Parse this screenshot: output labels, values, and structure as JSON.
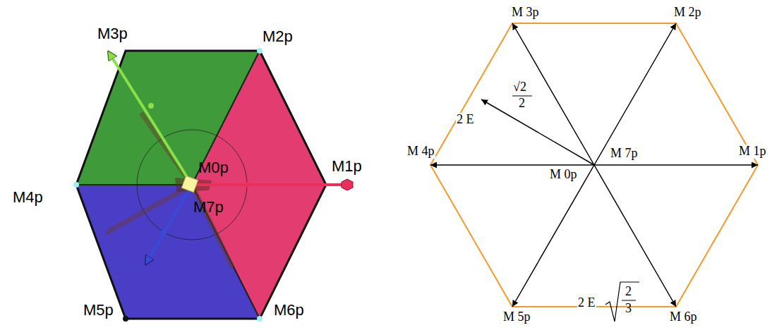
{
  "diagram": {
    "labels": [
      "M3p",
      "M2p",
      "M0p",
      "M1p",
      "M4p",
      "M7p",
      "M5p",
      "M6p",
      "M 3p",
      "M 2p",
      "2 E",
      "√2",
      "2",
      "M 4p",
      "M 7p",
      "M 1p",
      "M 0p",
      "2 E",
      "2",
      "3",
      "M 5p",
      "M 6p"
    ]
  }
}
